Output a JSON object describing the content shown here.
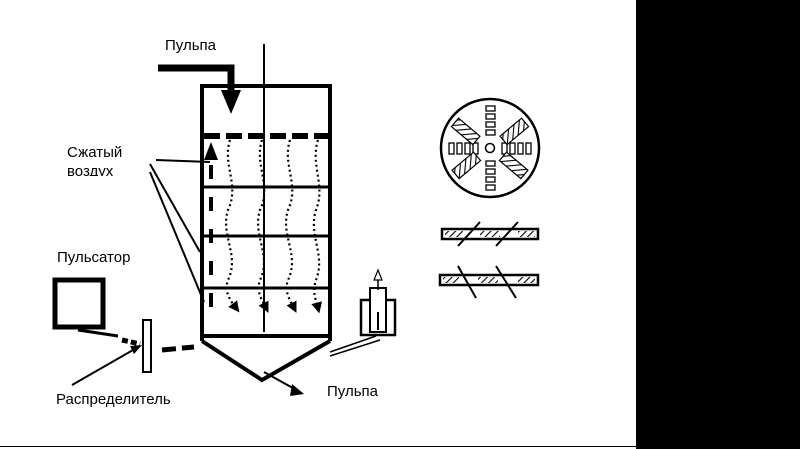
{
  "labels": {
    "pulp_in": "Пульпа",
    "compressed_air": "Сжатый",
    "air_word": "воздух",
    "pulsator": "Пульсатор",
    "distributor": "Распределитель",
    "pulp_out": "Пульпа"
  },
  "colors": {
    "ink": "#000000",
    "background": "#ffffff",
    "side_panel": "#000000"
  }
}
